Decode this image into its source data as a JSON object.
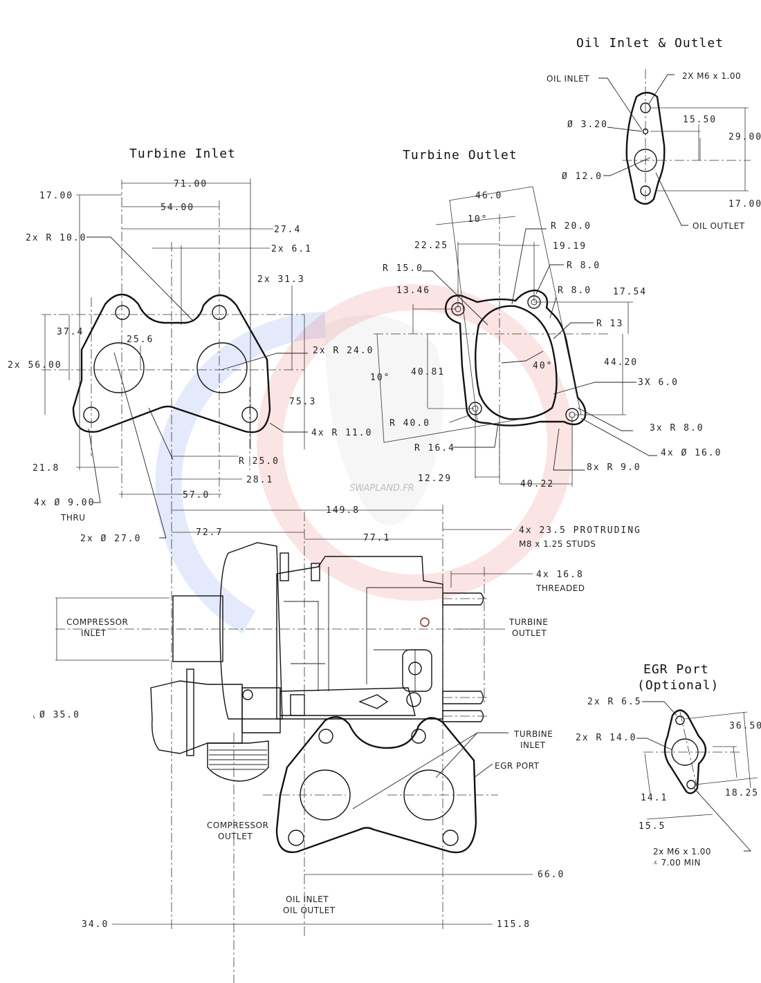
{
  "titles": {
    "oil": "Oil Inlet & Outlet",
    "turbine_inlet": "Turbine Inlet",
    "turbine_outlet": "Turbine Outlet",
    "egr_line1": "EGR Port",
    "egr_line2": "(Optional)"
  },
  "watermark": "SWAPLAND.FR",
  "colors": {
    "watermark_red": "#e03030",
    "watermark_blue": "#3060e0",
    "line": "#111111"
  },
  "turbine_inlet": [
    "71.00",
    "17.00",
    "54.00",
    "27.4",
    "2x  R 10.0",
    "2x  6.1",
    "2x  31.3",
    "37.4",
    "25.6",
    "2x  56.00",
    "2x  R 24.0",
    "75.3",
    "4x  R 11.0",
    "R 25.0",
    "21.8",
    "28.1",
    "57.0",
    "4x  Ø 9.00",
    "THRU",
    "2x  Ø 27.0"
  ],
  "turbine_outlet": [
    "46.0",
    "10°",
    "R 20.0",
    "22.25",
    "19.19",
    "R 15.0",
    "R 8.0",
    "13.46",
    "R 8.0",
    "17.54",
    "R 13",
    "44.20",
    "10°",
    "40.81",
    "40°",
    "3X  6.0",
    "R 40.0",
    "3x  R 8.0",
    "R 16.4",
    "4x  Ø 16.0",
    "8x  R 9.0",
    "12.29",
    "40.22"
  ],
  "oil": [
    "OIL INLET",
    "2X M6 x 1.00",
    "15.50",
    "Ø 3.20",
    "29.00",
    "Ø 12.0",
    "17.00",
    "OIL OUTLET"
  ],
  "main": [
    "149.8",
    "72.7",
    "77.1",
    "4x  23.5  PROTRUDING",
    "M8 x 1.25 STUDS",
    "4x  16.8",
    "THREADED",
    "COMPRESSOR",
    "INLET",
    "TURBINE",
    "OUTLET",
    "Ø 35.0",
    "TURBINE",
    "INLET",
    "EGR PORT",
    "COMPRESSOR",
    "OUTLET",
    "66.0",
    "OIL INLET",
    "OIL OUTLET",
    "34.0",
    "115.8"
  ],
  "egr": [
    "2x  R 6.5",
    "36.50",
    "2x  R 14.0",
    "14.1",
    "18.25",
    "15.5",
    "2x M6 x 1.00",
    "⩡ 7.00 MIN"
  ]
}
